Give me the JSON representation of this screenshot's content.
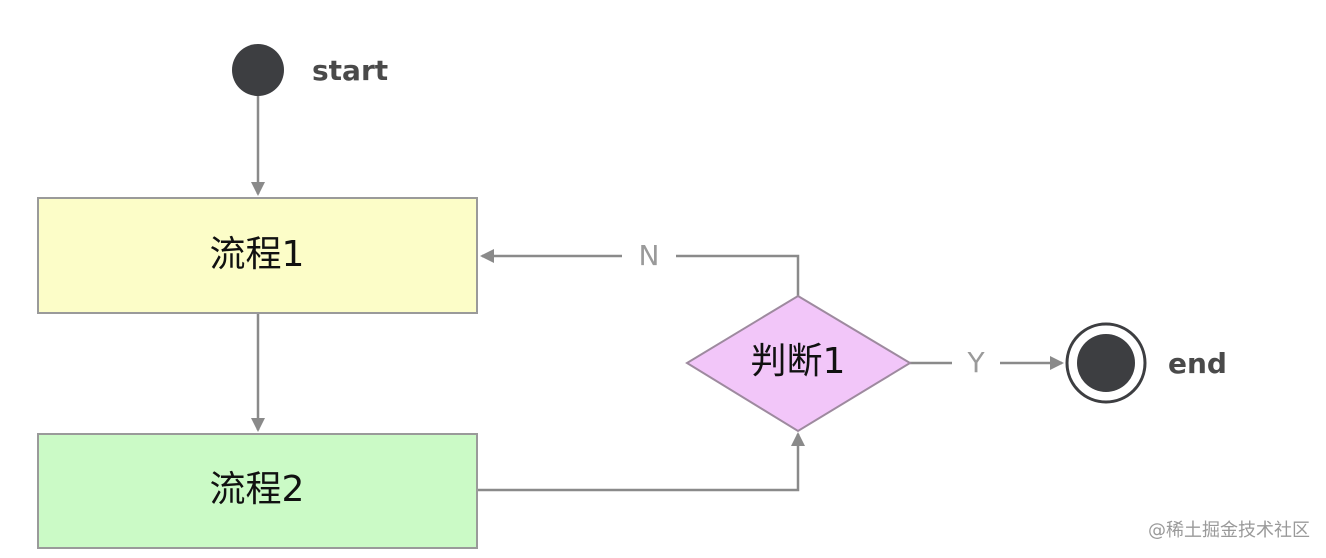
{
  "nodes": {
    "start_label": "start",
    "process1": "流程1",
    "process2": "流程2",
    "decision": "判断1",
    "end_label": "end"
  },
  "edges": {
    "no_label": "N",
    "yes_label": "Y"
  },
  "watermark": "@稀土掘金技术社区",
  "colors": {
    "line": "#8a8a8a",
    "node_border": "#9a9a9a",
    "terminal_fill": "#3d3e41",
    "process1_fill": "#fcfdc8",
    "process2_fill": "#cbfac6",
    "decision_fill": "#f2c6f9",
    "decision_border": "#9e8a9f",
    "text": "#111111",
    "terminal_text": "#4a4a4a"
  }
}
